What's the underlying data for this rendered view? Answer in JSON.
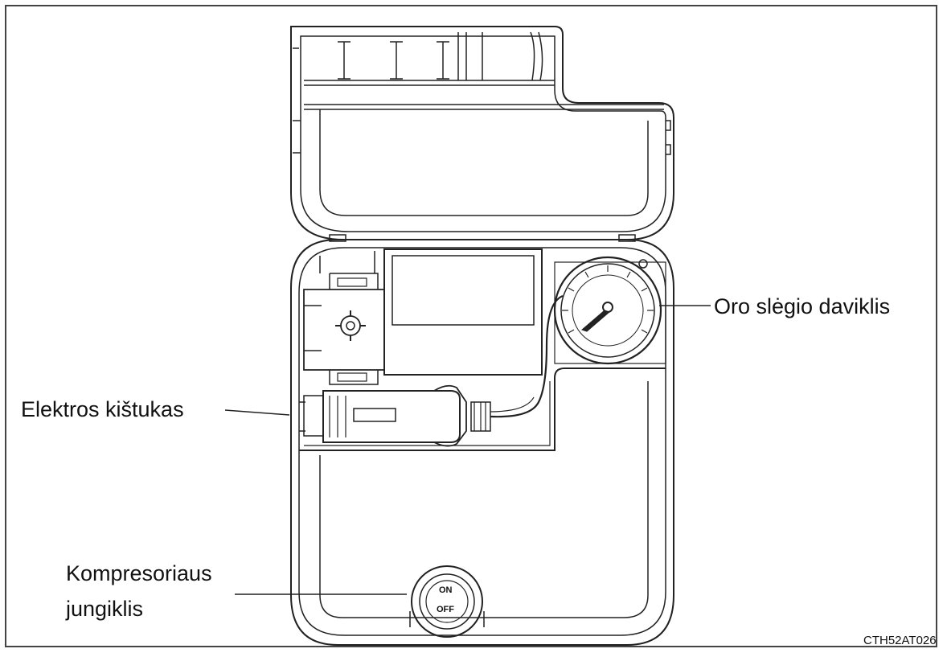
{
  "labels": {
    "pressure_gauge": "Oro slėgio daviklis",
    "power_plug": "Elektros kištukas",
    "switch_line1": "Kompresoriaus",
    "switch_line2": "jungiklis"
  },
  "switch": {
    "on": "ON",
    "off": "OFF"
  },
  "figure_code": "CTH52AT026"
}
